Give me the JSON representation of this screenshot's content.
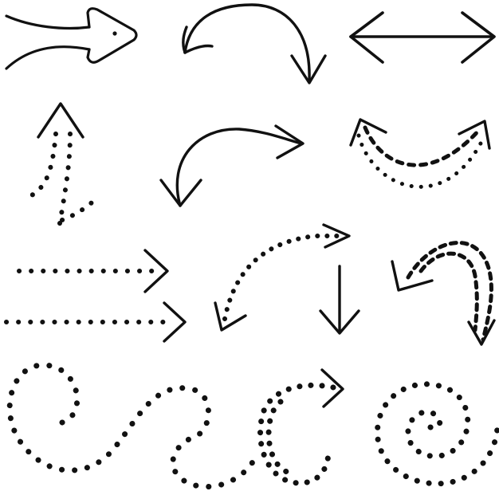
{
  "colors": {
    "background": "#ffffff",
    "ink": "#111111"
  },
  "arrows": [
    {
      "icon": "double-line-arrow-right-icon",
      "style": "solid",
      "direction": "right"
    },
    {
      "icon": "arch-arrow-down-icon",
      "style": "solid",
      "direction": "down"
    },
    {
      "icon": "double-headed-arrow-horizontal-icon",
      "style": "solid",
      "direction": "left-right"
    },
    {
      "icon": "dotted-arrow-up-icon",
      "style": "dotted",
      "direction": "up"
    },
    {
      "icon": "curved-arrow-two-way-icon",
      "style": "solid",
      "direction": "left-right"
    },
    {
      "icon": "dashed-double-headed-curve-icon",
      "style": "dashed",
      "direction": "left-right"
    },
    {
      "icon": "dotted-arrow-right-icon",
      "style": "dotted",
      "direction": "right"
    },
    {
      "icon": "dotted-curved-arrow-icon",
      "style": "dotted",
      "direction": "left-right"
    },
    {
      "icon": "arrow-down-icon",
      "style": "solid",
      "direction": "down"
    },
    {
      "icon": "dashed-loop-arrow-icon",
      "style": "dashed",
      "direction": "down"
    },
    {
      "icon": "dotted-arrow-right-icon",
      "style": "dotted",
      "direction": "right"
    },
    {
      "icon": "dotted-wave-path-icon",
      "style": "dotted",
      "direction": "none"
    },
    {
      "icon": "dotted-curl-arrow-icon",
      "style": "dotted",
      "direction": "right"
    },
    {
      "icon": "dotted-spiral-icon",
      "style": "dotted",
      "direction": "none"
    }
  ]
}
